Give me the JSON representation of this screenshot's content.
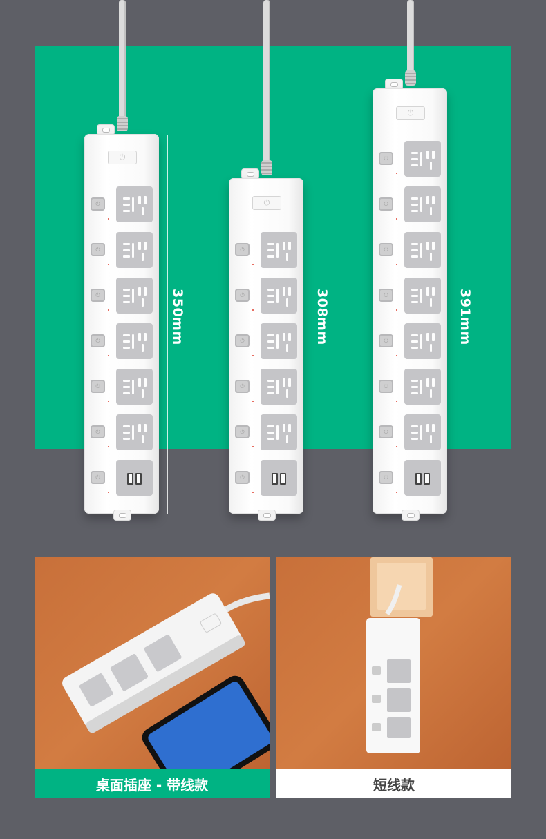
{
  "dimensions": [
    "350mm",
    "308mm",
    "391mm"
  ],
  "captions": {
    "desktop": "桌面插座 - 带线款",
    "short": "短线款"
  },
  "colors": {
    "background": "#5e5f66",
    "green": "#00b383",
    "socket_gray": "#c5c5c8"
  },
  "icons": {
    "master_switch": "power-icon",
    "outlet_switch": "power-icon"
  }
}
